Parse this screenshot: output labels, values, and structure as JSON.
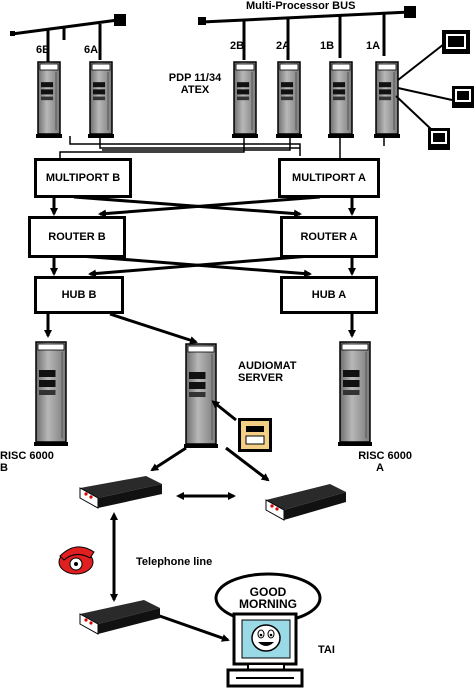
{
  "bus_label": "Multi-Processor BUS",
  "cpu_labels": [
    "6B",
    "6A",
    "2B",
    "2A",
    "1B",
    "1A"
  ],
  "pdp": {
    "line1": "PDP 11/34",
    "line2": "ATEX"
  },
  "boxes": {
    "multiport_b": "MULTIPORT B",
    "multiport_a": "MULTIPORT A",
    "router_b": "ROUTER B",
    "router_a": "ROUTER A",
    "hub_b": "HUB B",
    "hub_a": "HUB  A"
  },
  "audiomat": {
    "line1": "AUDIOMAT",
    "line2": "SERVER"
  },
  "risc_b": {
    "line1": "RISC 6000",
    "line2": "B"
  },
  "risc_a": {
    "line1": "RISC 6000",
    "line2": "A"
  },
  "telephone_line": "Telephone line",
  "speech": {
    "line1": "GOOD",
    "line2": "MORNING"
  },
  "tai": "TAI",
  "colors": {
    "phone": "#e02020",
    "line": "#000000",
    "tower_shade": "#9a9a9a"
  }
}
